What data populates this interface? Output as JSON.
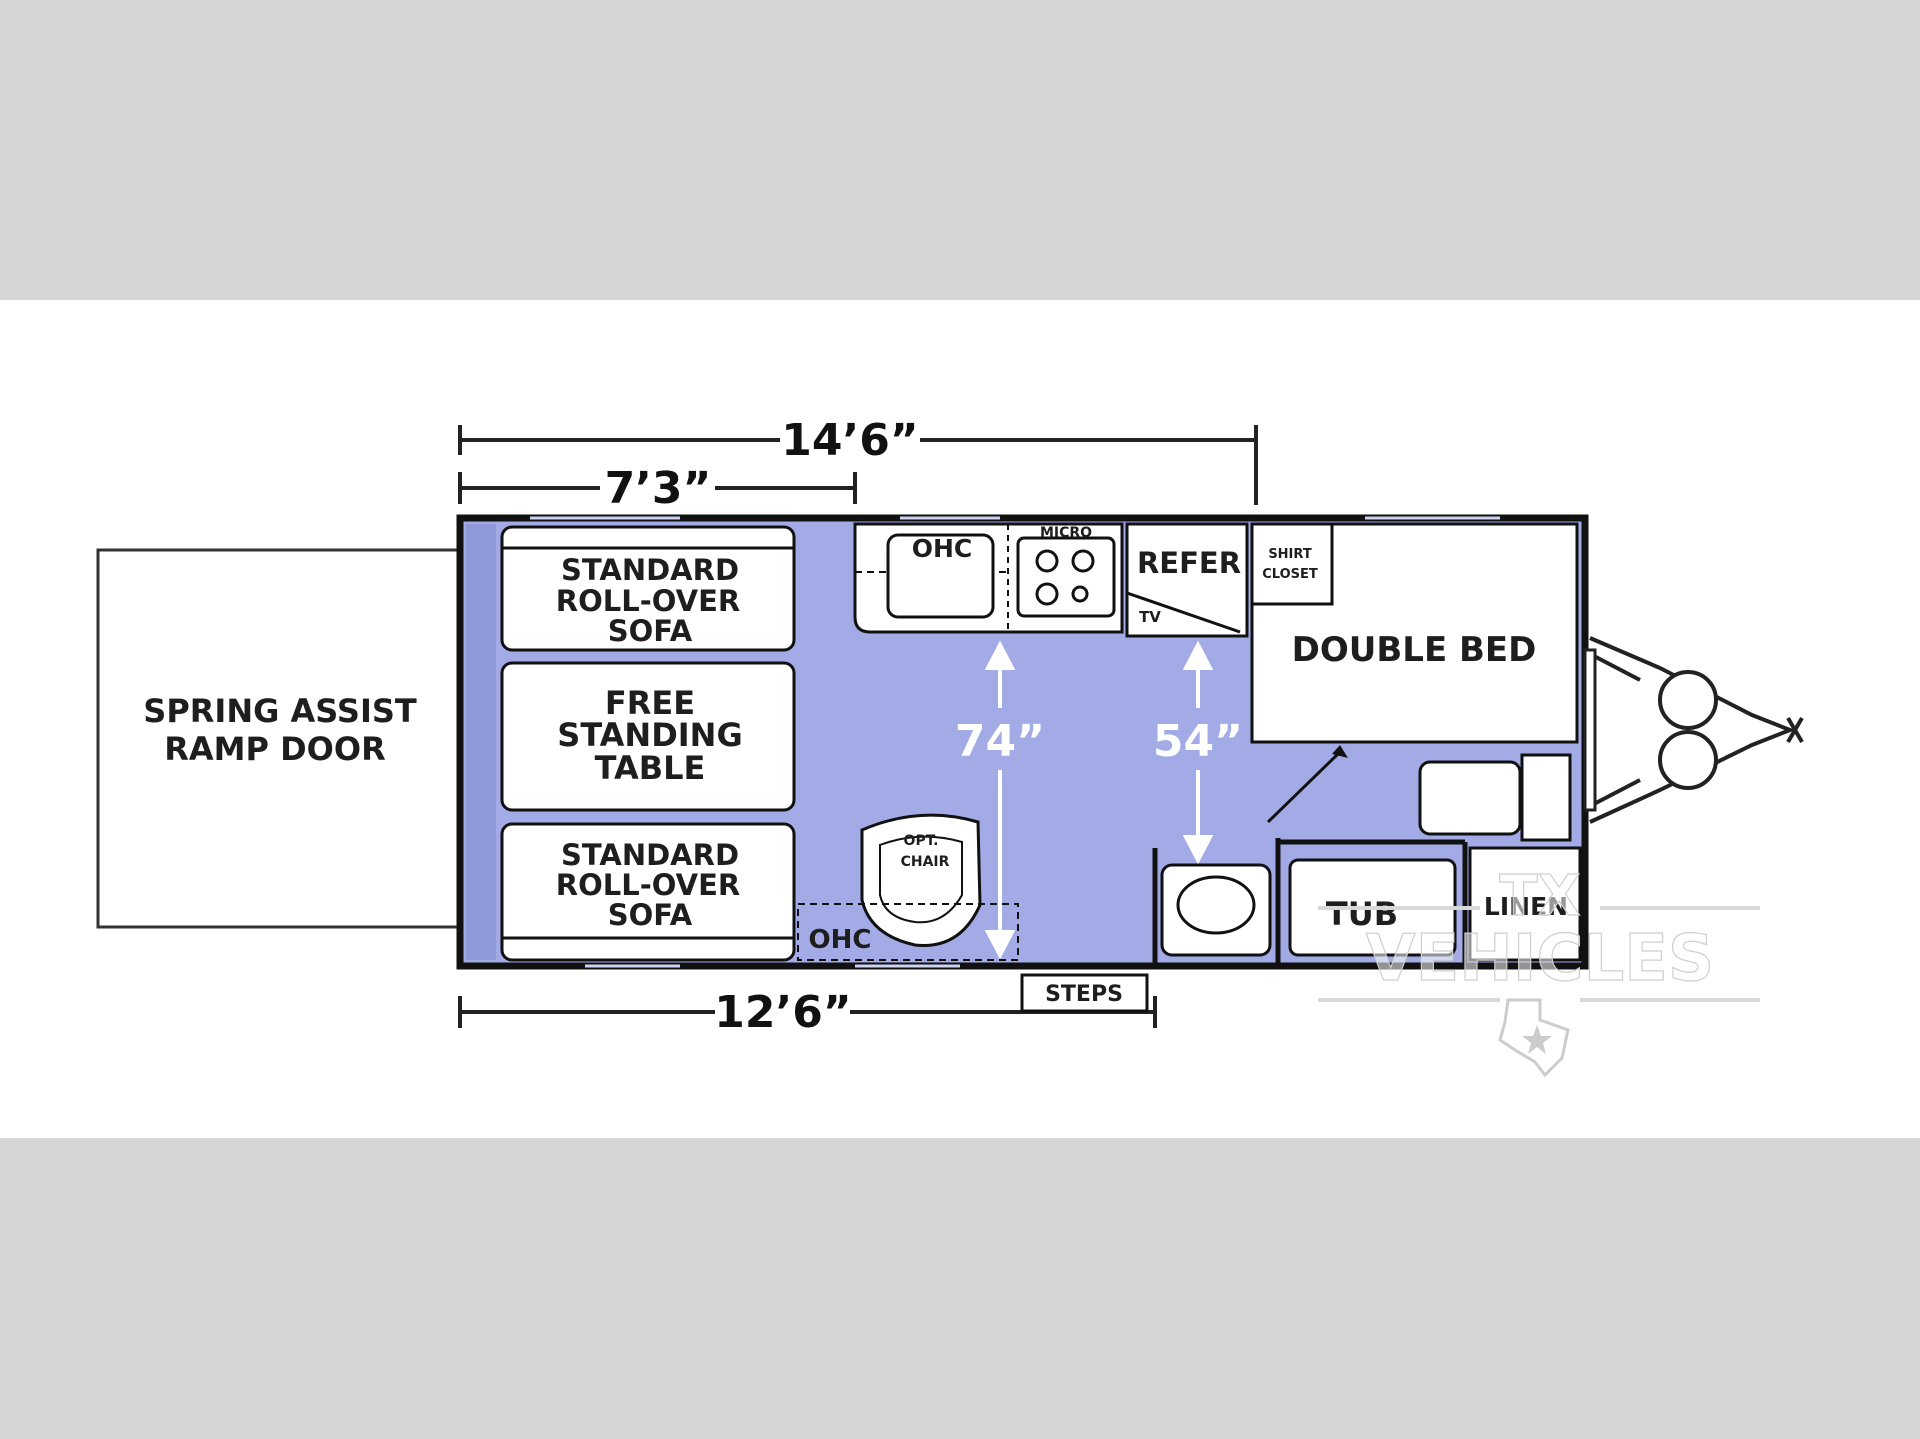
{
  "colors": {
    "background_band": "#d6d6d6",
    "canvas": "#ffffff",
    "floor": "#a3abe6",
    "walls": "#111111",
    "appliance_fill": "#ffffff"
  },
  "dimensions": {
    "overall": "14’6”",
    "front": "7’3”",
    "bottom": "12’6”",
    "clearance_left": "74”",
    "clearance_right": "54”"
  },
  "rooms": {
    "ramp_door": [
      "SPRING ASSIST",
      "RAMP DOOR"
    ],
    "sofa_top": [
      "STANDARD",
      "ROLL-OVER",
      "SOFA"
    ],
    "table": [
      "FREE",
      "STANDING",
      "TABLE"
    ],
    "sofa_bottom": [
      "STANDARD",
      "ROLL-OVER",
      "SOFA"
    ],
    "ohc_top": "OHC",
    "micro": "MICRO",
    "refer": "REFER",
    "tv": "TV",
    "shirt_closet": [
      "SHIRT",
      "CLOSET"
    ],
    "double_bed": "DOUBLE BED",
    "opt_chair": [
      "OPT.",
      "CHAIR"
    ],
    "ohc_bottom": "OHC",
    "steps": "STEPS",
    "tub": "TUB",
    "linen": "LINEN"
  },
  "watermark": {
    "line1": "TX",
    "line2": "VEHICLES",
    "icon": "texas-star-icon"
  }
}
